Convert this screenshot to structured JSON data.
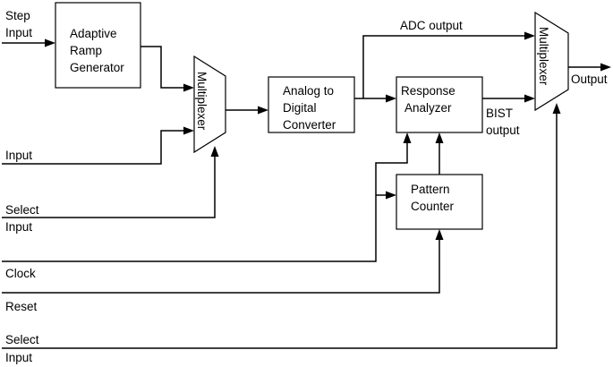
{
  "labels": {
    "step_input": [
      "Step",
      "Input"
    ],
    "input": "Input",
    "select_input_1": [
      "Select",
      "Input"
    ],
    "clock": "Clock",
    "reset": "Reset",
    "select_input_2": [
      "Select",
      "Input"
    ],
    "adc_output": "ADC output",
    "bist_output": [
      "BIST",
      "output"
    ],
    "output": "Output"
  },
  "blocks": {
    "ramp_generator": [
      "Adaptive",
      "Ramp",
      "Generator"
    ],
    "mux_1": "Multiplexer",
    "adc": [
      "Analog to",
      "Digital",
      "Converter"
    ],
    "response_analyzer": [
      "Response",
      "Analyzer"
    ],
    "pattern_counter": [
      "Pattern",
      "Counter"
    ],
    "mux_2": "Multiplexer"
  }
}
